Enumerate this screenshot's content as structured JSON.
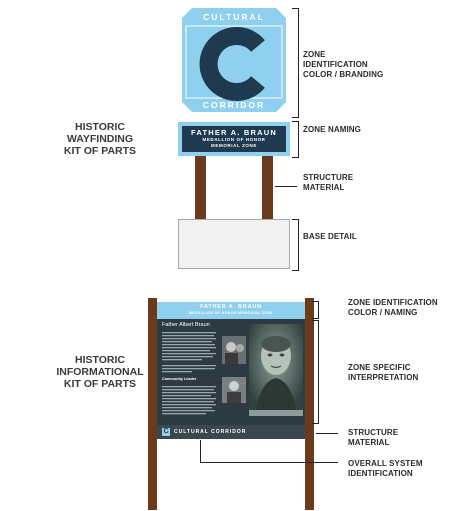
{
  "wayfinding": {
    "side_title": [
      "HISTORIC",
      "WAYFINDING",
      "KIT OF PARTS"
    ],
    "sign": {
      "top_text": "CULTURAL",
      "letter": "C",
      "bottom_text": "CORRIDOR",
      "name_line1": "FATHER A. BRAUN",
      "name_line2": "MEDALLION OF HONOR",
      "name_line3": "MEMORIAL ZONE"
    },
    "callouts": [
      "ZONE\nIDENTIFICATION\nCOLOR / BRANDING",
      "ZONE NAMING",
      "STRUCTURE\nMATERIAL",
      "BASE DETAIL"
    ]
  },
  "informational": {
    "side_title": [
      "HISTORIC",
      "INFORMATIONAL",
      "KIT OF PARTS"
    ],
    "panel": {
      "header_line1": "FATHER A. BRAUN",
      "header_line2": "MEDALLION OF HONOR MEMORIAL ZONE",
      "body_title": "Father Albert Braun",
      "sub_heading": "Community Leader",
      "footer_text": "CULTURAL CORRIDOR"
    },
    "callouts": [
      "ZONE IDENTIFICATION\nCOLOR / NAMING",
      "ZONE SPECIFIC\nINTERPRETATION",
      "STRUCTURE\nMATERIAL",
      "OVERALL SYSTEM\nIDENTIFICATION"
    ]
  },
  "colors": {
    "sign_blue": "#8fd0ee",
    "sign_navy": "#1f3a4f",
    "post_brown": "#6b3a1c",
    "panel_dark": "#2e3a42"
  }
}
